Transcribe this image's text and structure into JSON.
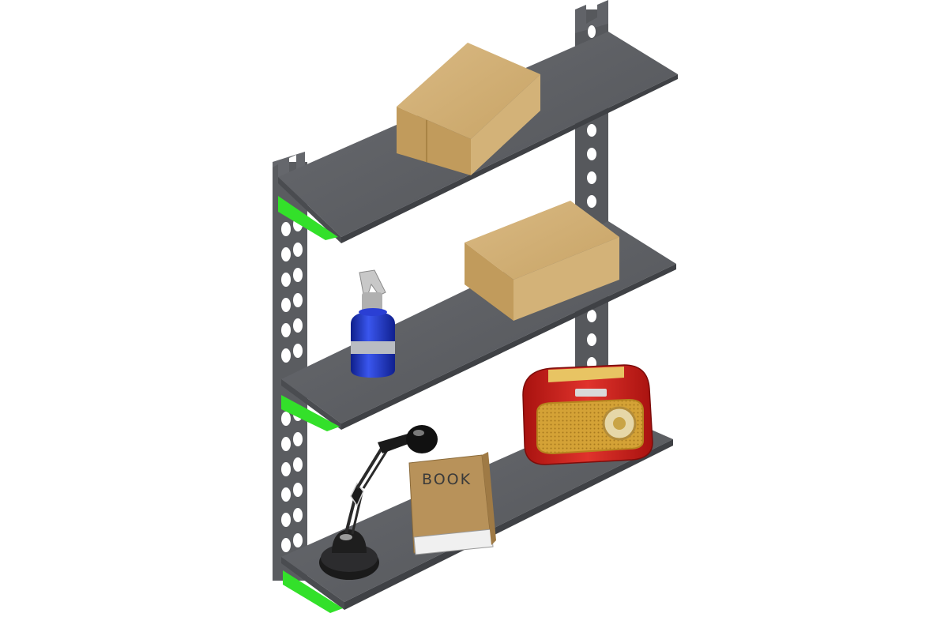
{
  "scene": {
    "book": {
      "title": "BOOK"
    },
    "colors": {
      "background": "#ffffff",
      "shelf_top": "#5c5e63",
      "shelf_edge": "#45474b",
      "upright": "#5a5c60",
      "bracket_accent": "#33e02a",
      "cardboard": "#c9a56a",
      "spray_bottle": "#1f33c9",
      "radio_body": "#cc1f1c",
      "radio_trim": "#d8a73a",
      "book_cover": "#b8925a"
    },
    "icons": [
      "cardboard-box",
      "cardboard-box",
      "spray-bottle",
      "desk-lamp",
      "book",
      "radio"
    ]
  }
}
